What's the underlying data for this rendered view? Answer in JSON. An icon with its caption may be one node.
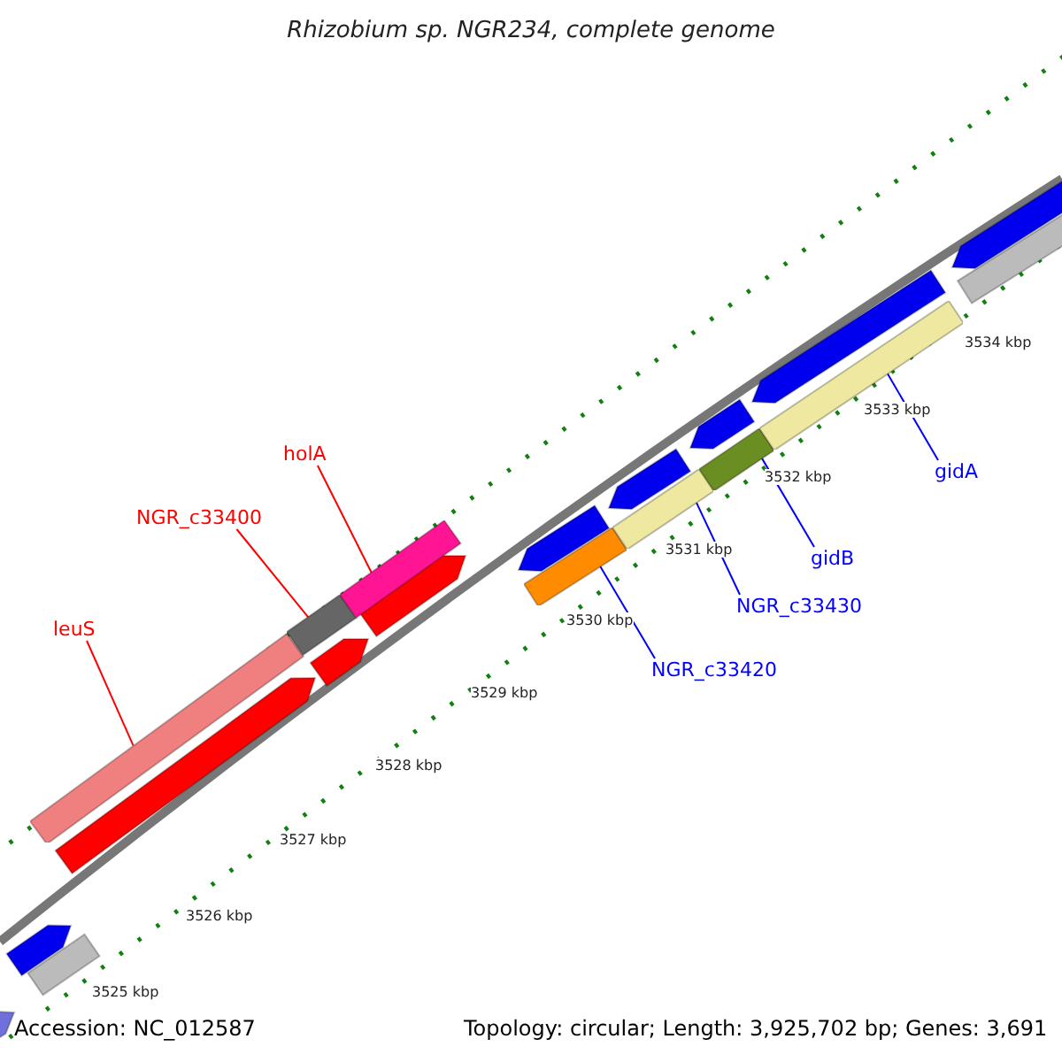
{
  "diagram": {
    "title": "Rhizobium sp. NGR234, complete genome",
    "nodes": [
      {
        "text": [
          "holA"
        ]
      },
      {
        "text": [
          "NGR_c33400"
        ]
      },
      {
        "text": [
          "leuS"
        ]
      },
      {
        "text": [
          "NGR_c33420"
        ]
      },
      {
        "text": [
          "NGR_c33430"
        ]
      },
      {
        "text": [
          "gidB"
        ]
      },
      {
        "text": [
          "gidA"
        ]
      },
      {
        "text": [],
        "shape": "bar"
      },
      {
        "text": [],
        "shape": "bar"
      },
      {
        "text": [],
        "shape": "bar"
      },
      {
        "text": [],
        "shape": "bar"
      },
      {
        "text": [],
        "shape": "bar"
      },
      {
        "text": [],
        "shape": "bar"
      },
      {
        "text": [],
        "shape": "bar"
      }
    ],
    "edges": [
      {
        "from": 0,
        "to": 9,
        "arrow": "none",
        "color": "#ff0000"
      },
      {
        "from": 1,
        "to": 8,
        "arrow": "none",
        "color": "#ff0000"
      },
      {
        "from": 2,
        "to": 7,
        "arrow": "none",
        "color": "#ff0000"
      },
      {
        "from": 3,
        "to": 10,
        "arrow": "none"
      },
      {
        "from": 4,
        "to": 11,
        "arrow": "none"
      },
      {
        "from": 5,
        "to": 12,
        "arrow": "none"
      },
      {
        "from": 6,
        "to": 13,
        "arrow": "none"
      }
    ],
    "labels": [
      "3534 kbp",
      "3533 kbp",
      "3532 kbp",
      "3531 kbp",
      "3530 kbp",
      "3529 kbp",
      "3528 kbp",
      "3527 kbp",
      "3526 kbp",
      "3525 kbp",
      "Accession: NC_012587",
      "Topology: circular; Length: 3,925,702 bp; Genes: 3,691"
    ]
  }
}
